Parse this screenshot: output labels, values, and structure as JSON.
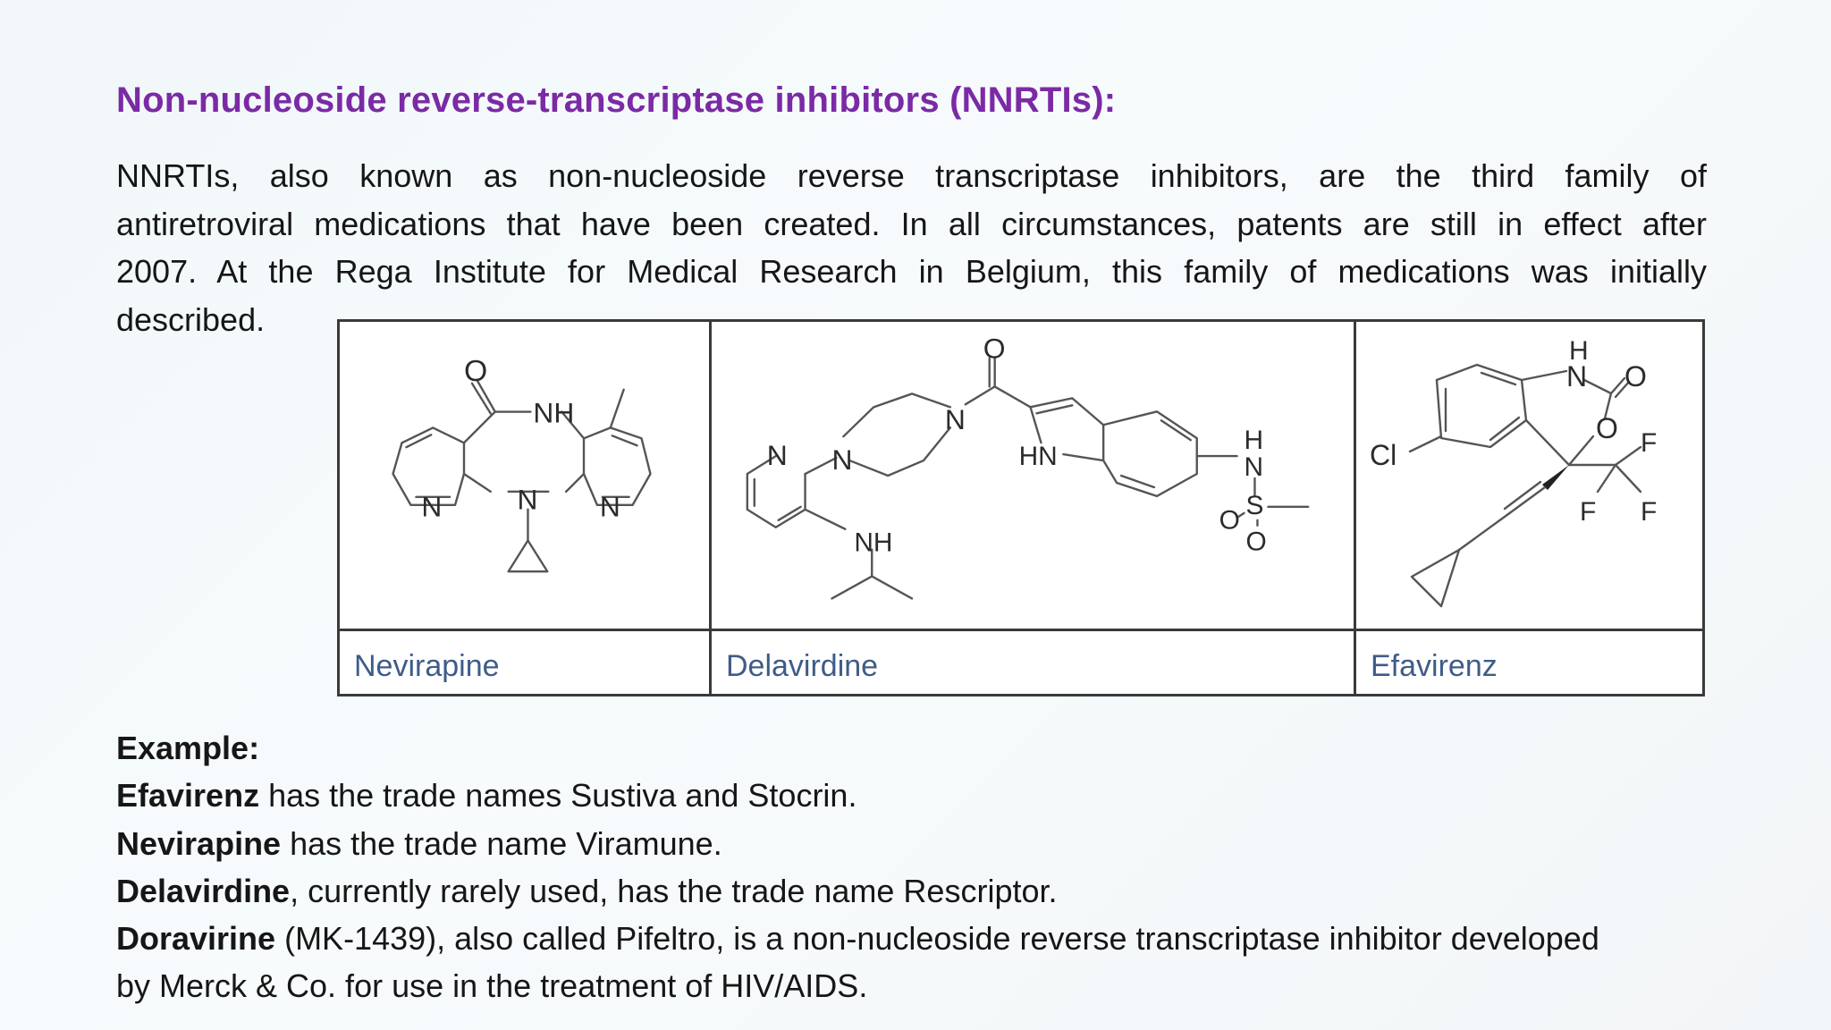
{
  "title": "Non-nucleoside reverse-transcriptase inhibitors (NNRTIs):",
  "intro_lines": [
    "NNRTIs, also known as non-nucleoside reverse transcriptase inhibitors, are the third family of",
    "antiretroviral medications that have been created. In all circumstances, patents are still in effect after",
    "2007. At the Rega Institute for Medical Research in Belgium, this family of medications was initially",
    "described."
  ],
  "figure": {
    "captions": [
      "Nevirapine",
      "Delavirdine",
      "Efavirenz"
    ],
    "atom_labels": {
      "nevirapine": {
        "o": "O",
        "nh": "NH",
        "n1": "N",
        "n2": "N",
        "n3": "N"
      },
      "delavirdine": {
        "o": "O",
        "n_pyr": "N",
        "n_pip1": "N",
        "n_pip2": "N",
        "hn": "HN",
        "nh": "NH",
        "h": "H",
        "n_s": "N",
        "o1": "O",
        "s": "S",
        "o2": "O"
      },
      "efavirenz": {
        "h": "H",
        "n": "N",
        "o_carbonyl": "O",
        "o_ring": "O",
        "cl": "Cl",
        "f1": "F",
        "f2": "F",
        "f3": "F"
      }
    }
  },
  "examples": {
    "heading": "Example:",
    "items": [
      {
        "name": "Efavirenz",
        "text": " has the trade names Sustiva and Stocrin."
      },
      {
        "name": "Nevirapine",
        "text": " has the trade name Viramune."
      },
      {
        "name": "Delavirdine",
        "text": ", currently rarely used, has the trade name Rescriptor."
      },
      {
        "name": "Doravirine",
        "text": " (MK-1439), also called Pifeltro, is a non-nucleoside reverse transcriptase inhibitor developed"
      }
    ],
    "last_line": "by Merck & Co. for use in the treatment of HIV/AIDS."
  }
}
